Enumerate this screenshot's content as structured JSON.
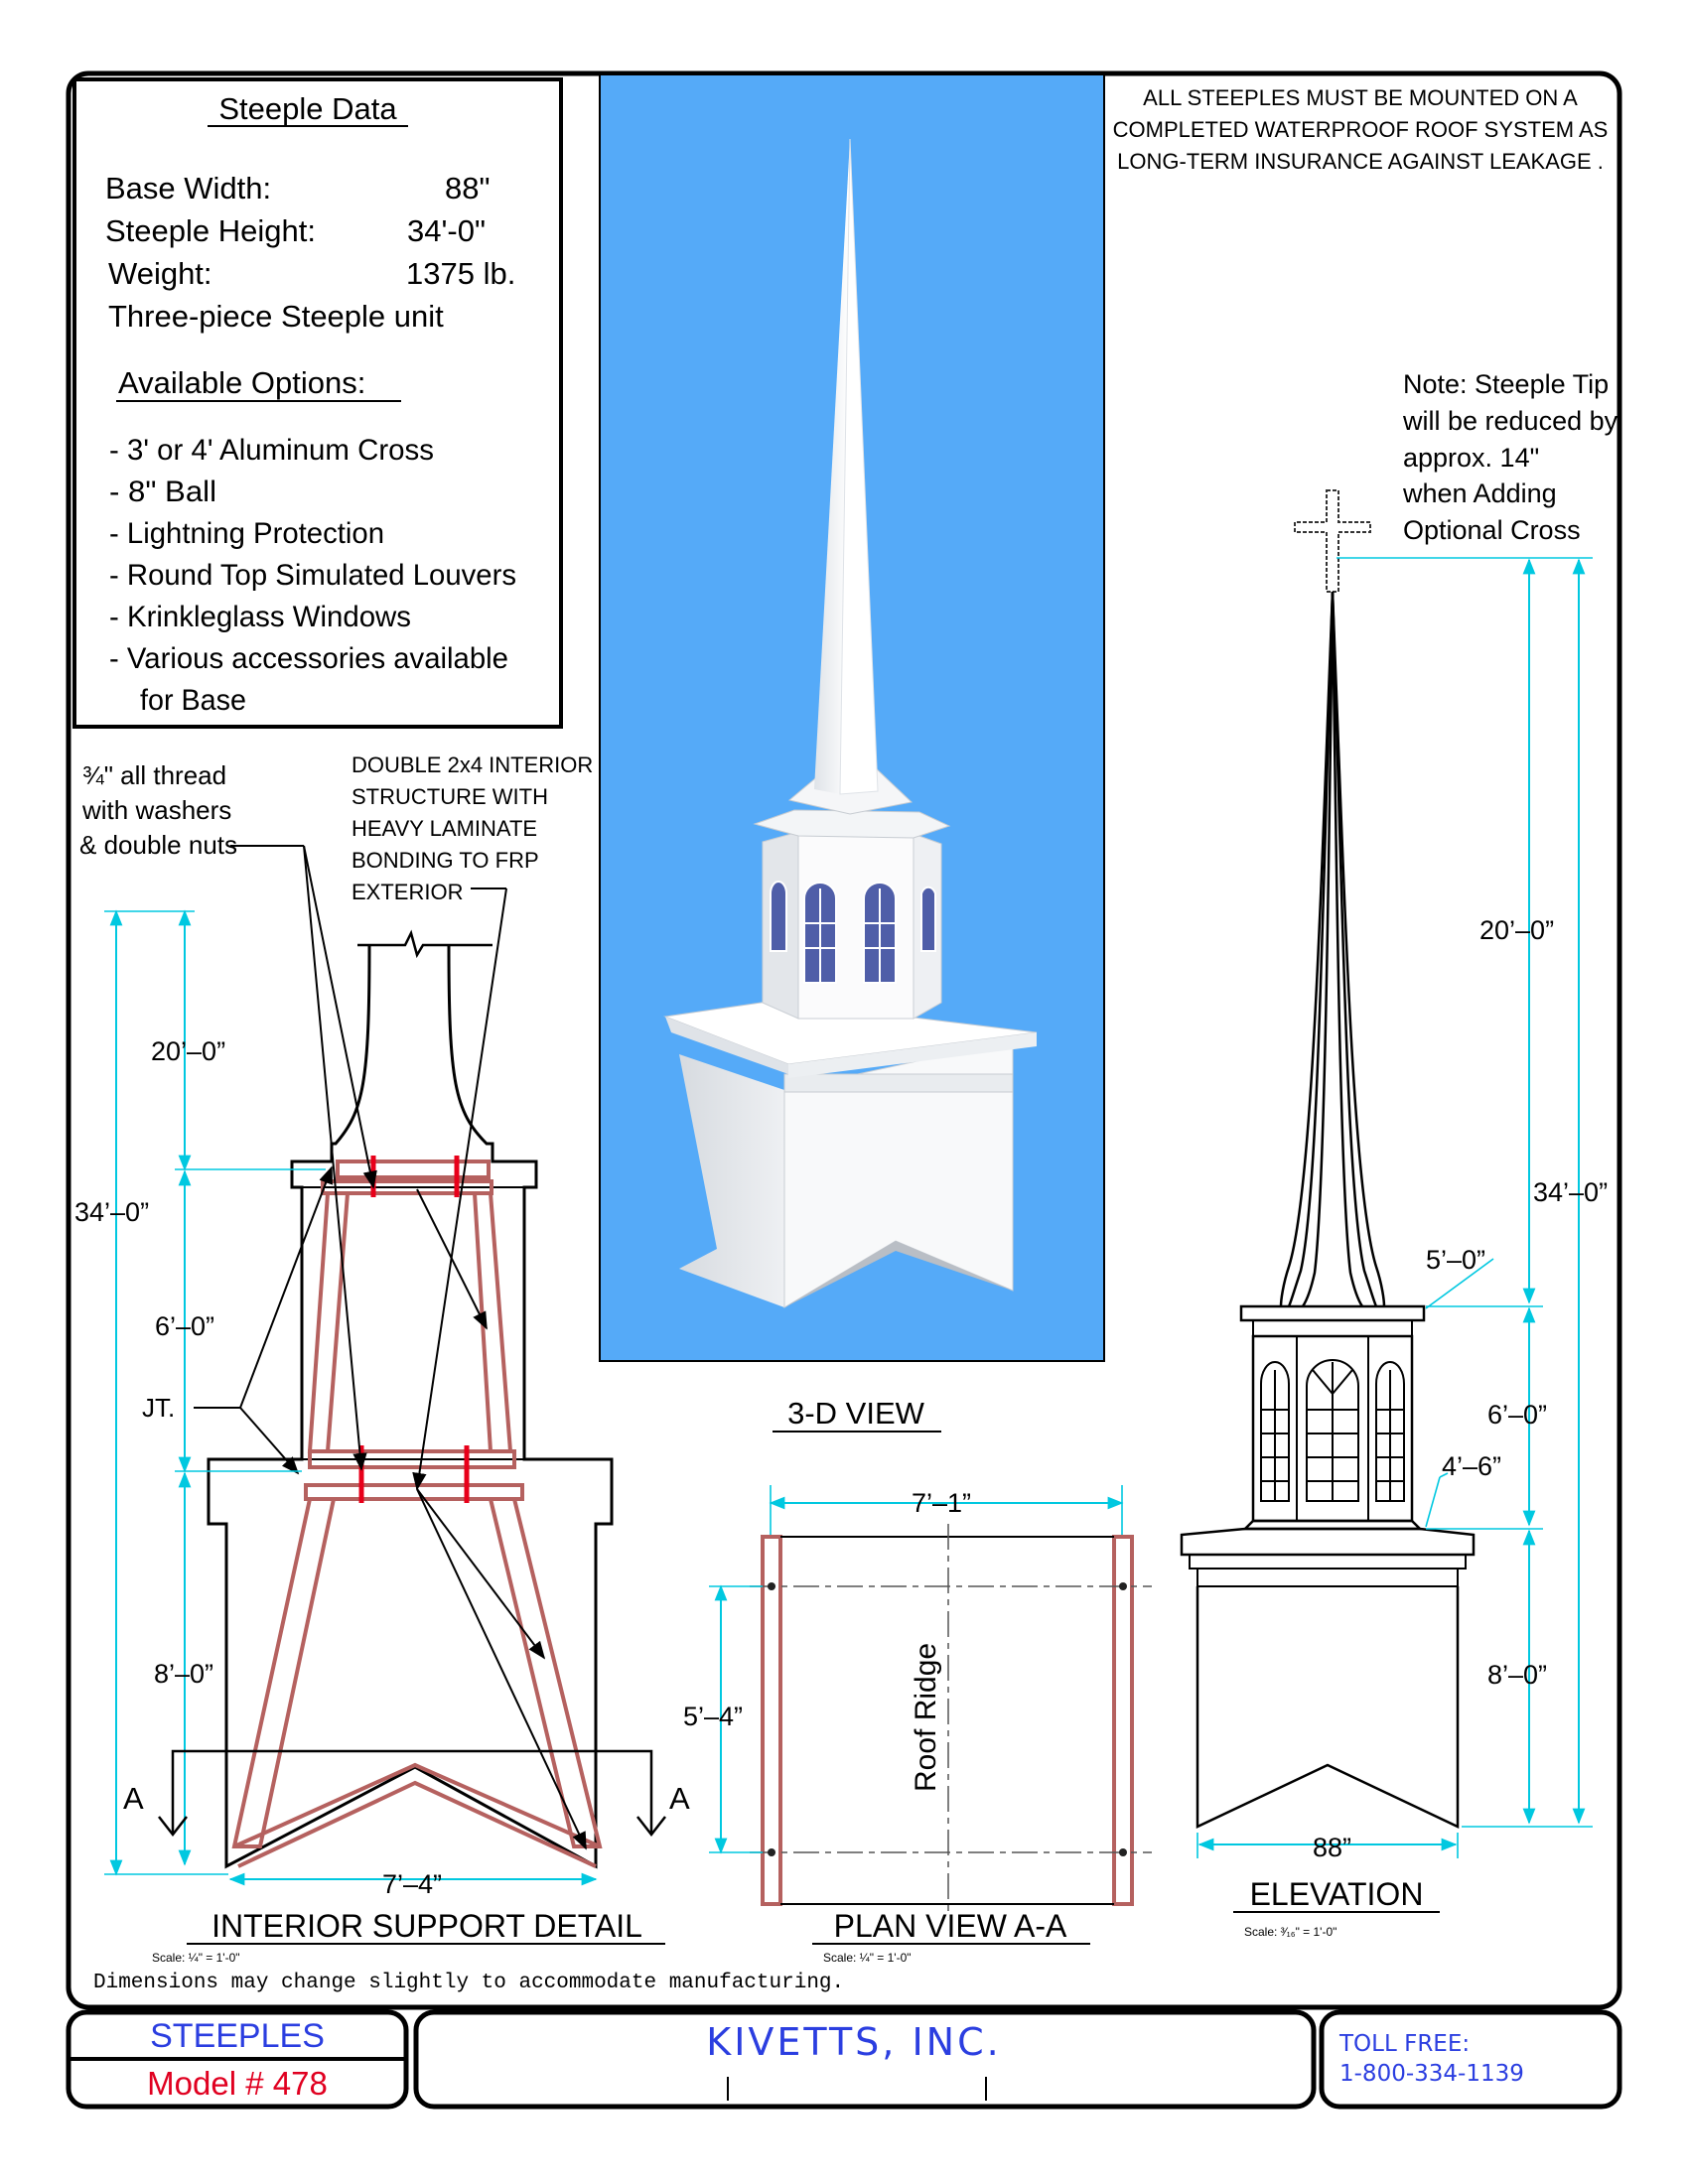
{
  "data_box": {
    "title": "Steeple Data",
    "specs": [
      {
        "label": "Base Width:",
        "value": "88\""
      },
      {
        "label": "Steeple Height:",
        "value": "34'-0\""
      },
      {
        "label": "Weight:",
        "value": "1375 lb."
      }
    ],
    "unit_note": "Three-piece Steeple unit",
    "options_title": "Available Options:",
    "options": [
      "-  3' or 4' Aluminum Cross",
      "-  8\" Ball",
      "-  Lightning Protection",
      "-  Round Top Simulated Louvers",
      "-  Krinkleglass Windows",
      "-  Various accessories available"
    ],
    "options_cont": "for Base"
  },
  "notice": [
    "ALL STEEPLES MUST BE MOUNTED ON A",
    "COMPLETED WATERPROOF ROOF SYSTEM AS",
    "LONG-TERM INSURANCE AGAINST LEAKAGE ."
  ],
  "tip_note": [
    "Note:  Steeple Tip",
    "will be reduced by",
    "approx. 14\"",
    "when Adding",
    "Optional Cross"
  ],
  "view_3d_label": "3-D VIEW",
  "colors": {
    "sky": "#55aaf8",
    "frame": "#b5615f",
    "bolt": "#e8001a",
    "dimension": "#00c8e0",
    "title_blue": "#2b3ee0",
    "model_red": "#e00020"
  },
  "interior": {
    "callout_thread": {
      "frac": "¾",
      "line1": "\" all thread",
      "line2": "with washers",
      "line3": "& double nuts"
    },
    "callout_struct": [
      "DOUBLE 2x4 INTERIOR",
      "STRUCTURE WITH",
      "HEAVY LAMINATE",
      "BONDING TO FRP",
      "EXTERIOR"
    ],
    "dims": {
      "top": "20’–0”",
      "total": "34’–0”",
      "mid": "6’–0”",
      "base": "8’–0”",
      "width": "7’–4”"
    },
    "joint": "JT.",
    "section_mark": "A",
    "title": "INTERIOR SUPPORT DETAIL",
    "scale": "Scale: ¼\" = 1'-0\""
  },
  "plan": {
    "width": "7’–1”",
    "depth": "5’–4”",
    "ridge": "Roof Ridge",
    "title": "PLAN VIEW A-A",
    "scale": "Scale: ¼\" = 1'-0\""
  },
  "elevation": {
    "dims": {
      "top": "20’–0”",
      "total": "34’–0”",
      "tower_w": "5’–0”",
      "mid": "6’–0”",
      "belfry_w": "4’–6”",
      "base": "8’–0”",
      "width": "88”"
    },
    "title": "ELEVATION",
    "scale": "Scale: ³⁄₁₆\" = 1'-0\""
  },
  "footer_note": "Dimensions may change slightly to accommodate manufacturing.",
  "title_block": {
    "product": "STEEPLES",
    "model": "Model # 478",
    "company": "KIVETTS, INC.",
    "toll_label": "TOLL FREE:",
    "phone": "1-800-334-1139"
  }
}
